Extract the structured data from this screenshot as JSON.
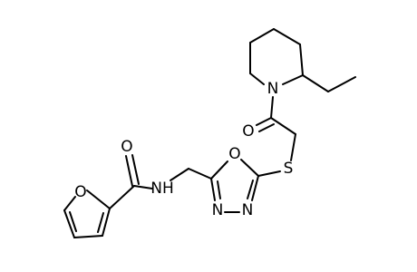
{
  "molecule": {
    "atom_labels": {
      "furan_oxygen": "O",
      "carbonyl_oxygen_amide": "O",
      "amide_nh": "NH",
      "oxadiazole_oxygen": "O",
      "thioether_sulfur": "S",
      "oxadiazole_n1": "N",
      "oxadiazole_n2": "N",
      "carbonyl_oxygen_ketone": "O",
      "piperidine_nitrogen": "N"
    }
  }
}
